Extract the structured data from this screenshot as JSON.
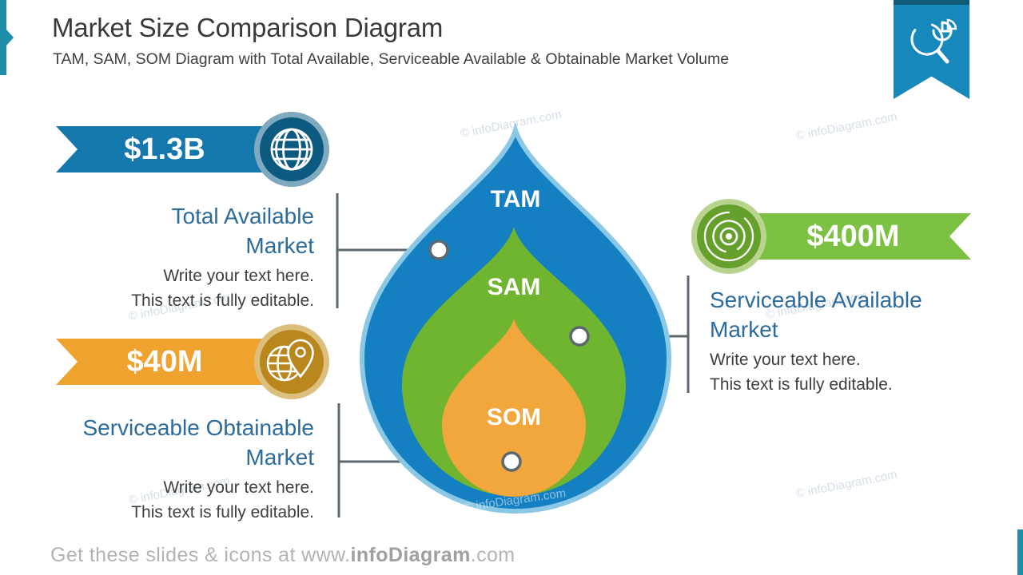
{
  "header": {
    "title": "Market Size Comparison Diagram",
    "subtitle": "TAM, SAM, SOM Diagram with Total Available, Serviceable Available & Obtainable Market Volume"
  },
  "tam": {
    "value": "$1.3B",
    "label": "TAM",
    "heading": "Total Available\nMarket",
    "body_line1": "Write your text here.",
    "body_line2": "This text is fully editable."
  },
  "sam": {
    "value": "$400M",
    "label": "SAM",
    "heading": "Serviceable Available\nMarket",
    "body_line1": "Write your text here.",
    "body_line2": "This text is fully editable."
  },
  "som": {
    "value": "$40M",
    "label": "SOM",
    "heading": "Serviceable Obtainable\nMarket",
    "body_line1": "Write your text here.",
    "body_line2": "This text is fully editable."
  },
  "watermark": "© infoDiagram.com",
  "footer": {
    "prefix": "Get these slides & icons at www.",
    "brand": "infoDiagram",
    "suffix": ".com"
  },
  "icons": {
    "tam_badge": "globe-icon",
    "sam_badge": "target-icon",
    "som_badge": "globe-pin-icon",
    "bookmark": "magnifier-pie-chart-icon"
  },
  "colors": {
    "tam_drop": "#1580c1",
    "tam_drop_outline": "#8ac8e6",
    "tam_ribbon": "#1478ad",
    "tam_badge": "#0d5a80",
    "sam_drop": "#70b52f",
    "sam_ribbon": "#7cc142",
    "sam_badge": "#65a02d",
    "som_drop": "#f2a73d",
    "som_ribbon": "#f0a22f",
    "som_badge": "#b9871e",
    "accent_teal": "#1f8fa9",
    "bookmark_blue": "#1688b9",
    "connector_gray": "#5c6770",
    "heading_blue": "#2c6b9a"
  }
}
